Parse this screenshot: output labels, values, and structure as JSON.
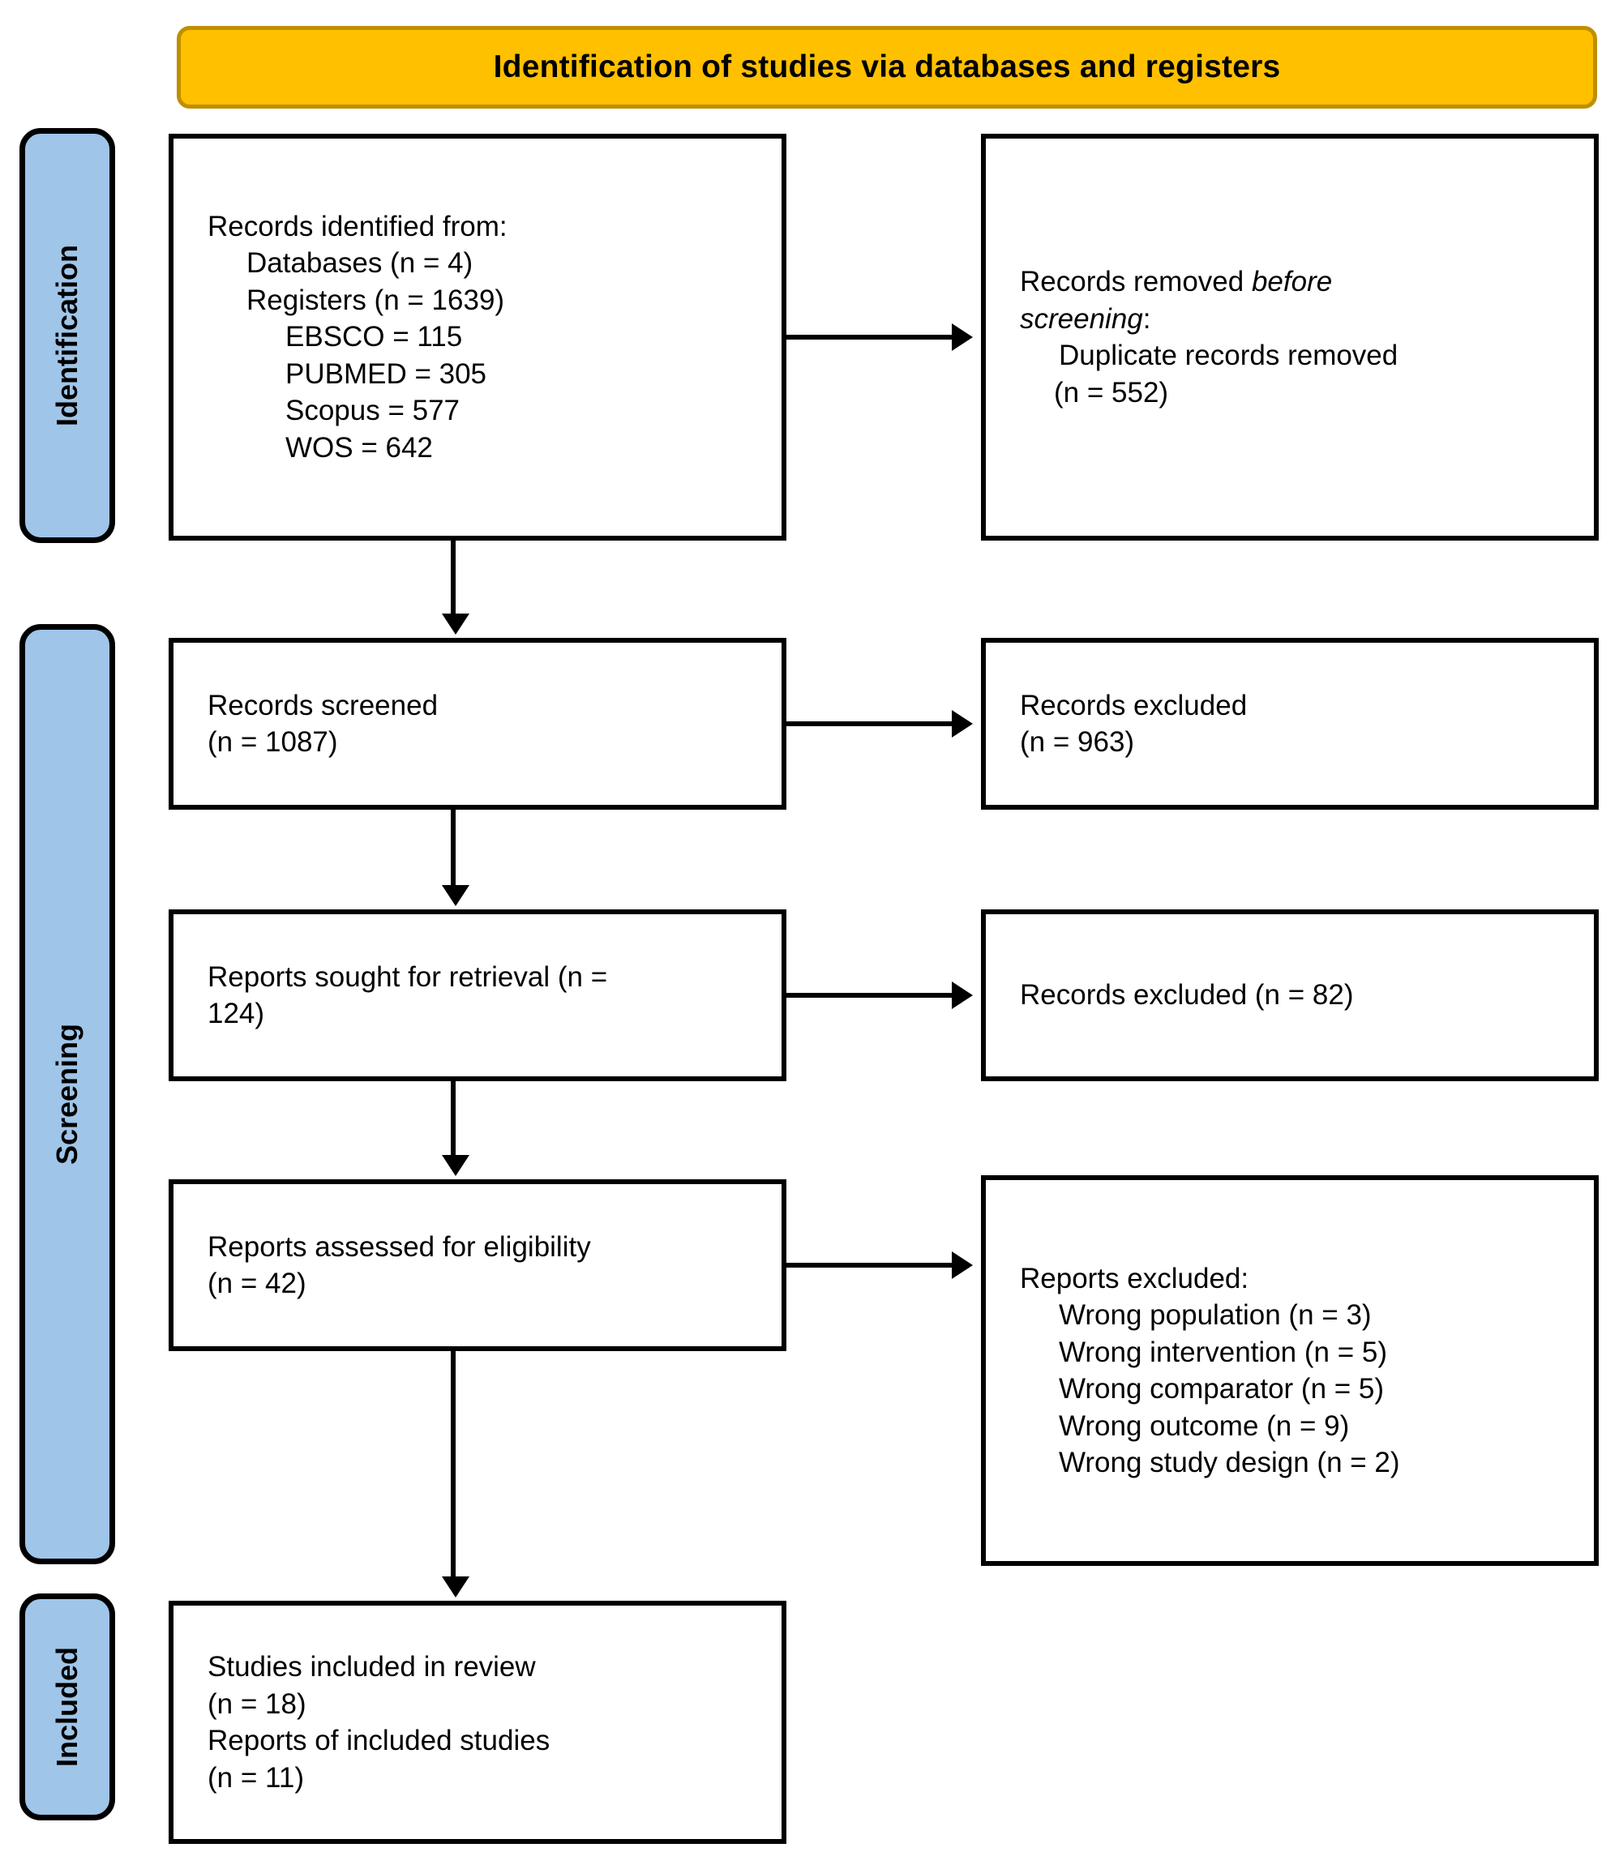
{
  "header": {
    "title": "Identification of studies via databases and registers",
    "bg_color": "#FFC000",
    "border_color": "#BF8F00"
  },
  "phases": {
    "bg_color": "#9FC5E8",
    "identification": "Identification",
    "screening": "Screening",
    "included": "Included"
  },
  "boxes": {
    "identified": {
      "name": "records-identified",
      "lines": [
        "Records identified from:",
        "Databases (n = 4)",
        "Registers (n = 1639)",
        "EBSCO = 115",
        "PUBMED = 305",
        "Scopus = 577",
        "WOS = 642"
      ]
    },
    "removed": {
      "name": "records-removed-before-screening",
      "line1_plain": "Records removed ",
      "line1_italic": "before",
      "line2_italic": "screening",
      "line2_plain": ":",
      "line3": "Duplicate records removed",
      "line4": "(n = 552)"
    },
    "screened": {
      "name": "records-screened",
      "lines": [
        "Records screened",
        "(n = 1087)"
      ]
    },
    "excluded_screened": {
      "name": "records-excluded-screening",
      "lines": [
        "Records excluded",
        "(n = 963)"
      ]
    },
    "sought": {
      "name": "reports-sought-for-retrieval",
      "lines": [
        "Reports sought for retrieval (n =",
        "124)"
      ]
    },
    "excluded_sought": {
      "name": "records-excluded-retrieval",
      "lines": [
        "Records excluded (n = 82)"
      ]
    },
    "assessed": {
      "name": "reports-assessed-for-eligibility",
      "lines": [
        "Reports assessed for eligibility",
        "(n = 42)"
      ]
    },
    "excluded_assessed": {
      "name": "reports-excluded-eligibility",
      "heading": "Reports excluded:",
      "reasons": [
        "Wrong population (n = 3)",
        "Wrong intervention (n = 5)",
        "Wrong comparator (n = 5)",
        "Wrong outcome (n = 9)",
        "Wrong study design (n = 2)"
      ]
    },
    "included": {
      "name": "studies-included-in-review",
      "lines": [
        "Studies included in review",
        "(n = 18)",
        "Reports of included studies",
        "(n = 11)"
      ]
    }
  },
  "chart_data": {
    "type": "diagram",
    "title": "PRISMA 2020 flow diagram",
    "subtitle": "Identification of studies via databases and registers",
    "stages": [
      {
        "phase": "Identification",
        "node": "Records identified from databases and registers",
        "databases_n": 4,
        "registers_n": 1639,
        "sources": [
          {
            "name": "EBSCO",
            "n": 115
          },
          {
            "name": "PUBMED",
            "n": 305
          },
          {
            "name": "Scopus",
            "n": 577
          },
          {
            "name": "WOS",
            "n": 642
          }
        ],
        "excluded": {
          "label": "Duplicate records removed",
          "n": 552
        }
      },
      {
        "phase": "Screening",
        "node": "Records screened",
        "n": 1087,
        "excluded": {
          "label": "Records excluded",
          "n": 963
        }
      },
      {
        "phase": "Screening",
        "node": "Reports sought for retrieval",
        "n": 124,
        "excluded": {
          "label": "Records excluded",
          "n": 82
        }
      },
      {
        "phase": "Screening",
        "node": "Reports assessed for eligibility",
        "n": 42,
        "excluded": {
          "label": "Reports excluded",
          "reasons": [
            {
              "reason": "Wrong population",
              "n": 3
            },
            {
              "reason": "Wrong intervention",
              "n": 5
            },
            {
              "reason": "Wrong comparator",
              "n": 5
            },
            {
              "reason": "Wrong outcome",
              "n": 9
            },
            {
              "reason": "Wrong study design",
              "n": 2
            }
          ]
        }
      },
      {
        "phase": "Included",
        "node": "Studies included in review",
        "studies_n": 18,
        "reports_n": 11
      }
    ]
  }
}
